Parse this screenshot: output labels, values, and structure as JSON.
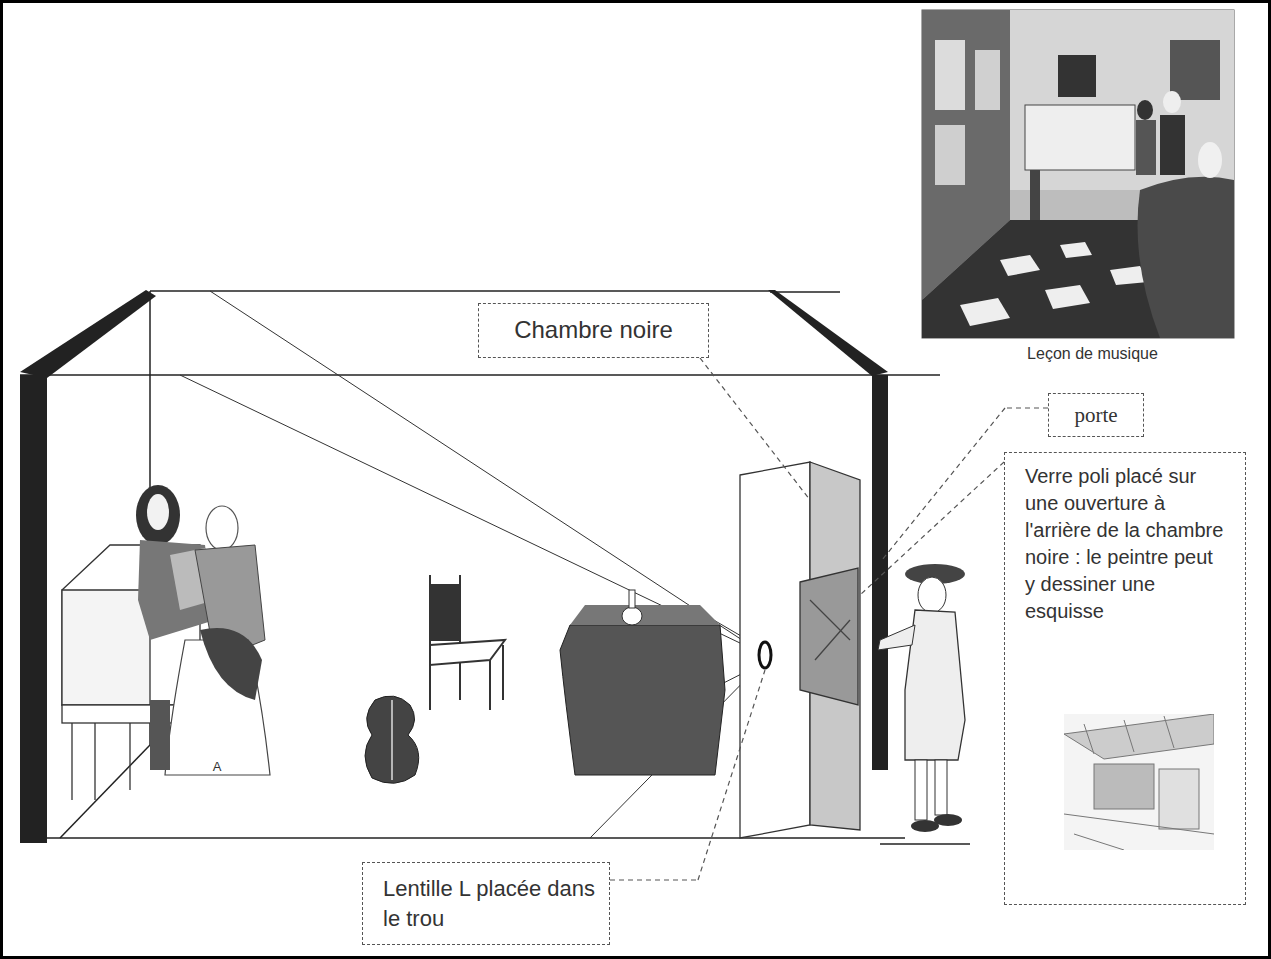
{
  "diagram": {
    "nodes": [
      {
        "text": [
          "Chambre noire"
        ]
      },
      {
        "text": [
          "porte"
        ]
      },
      {
        "text": [
          "Verre poli placé sur une ouverture à l'arrière de la chambre noire : le peintre peut y dessiner une esquisse"
        ]
      },
      {
        "text": [
          "Lentille L placée dans le trou"
        ]
      }
    ],
    "labels": [
      "Leçon de musique",
      "A"
    ]
  }
}
